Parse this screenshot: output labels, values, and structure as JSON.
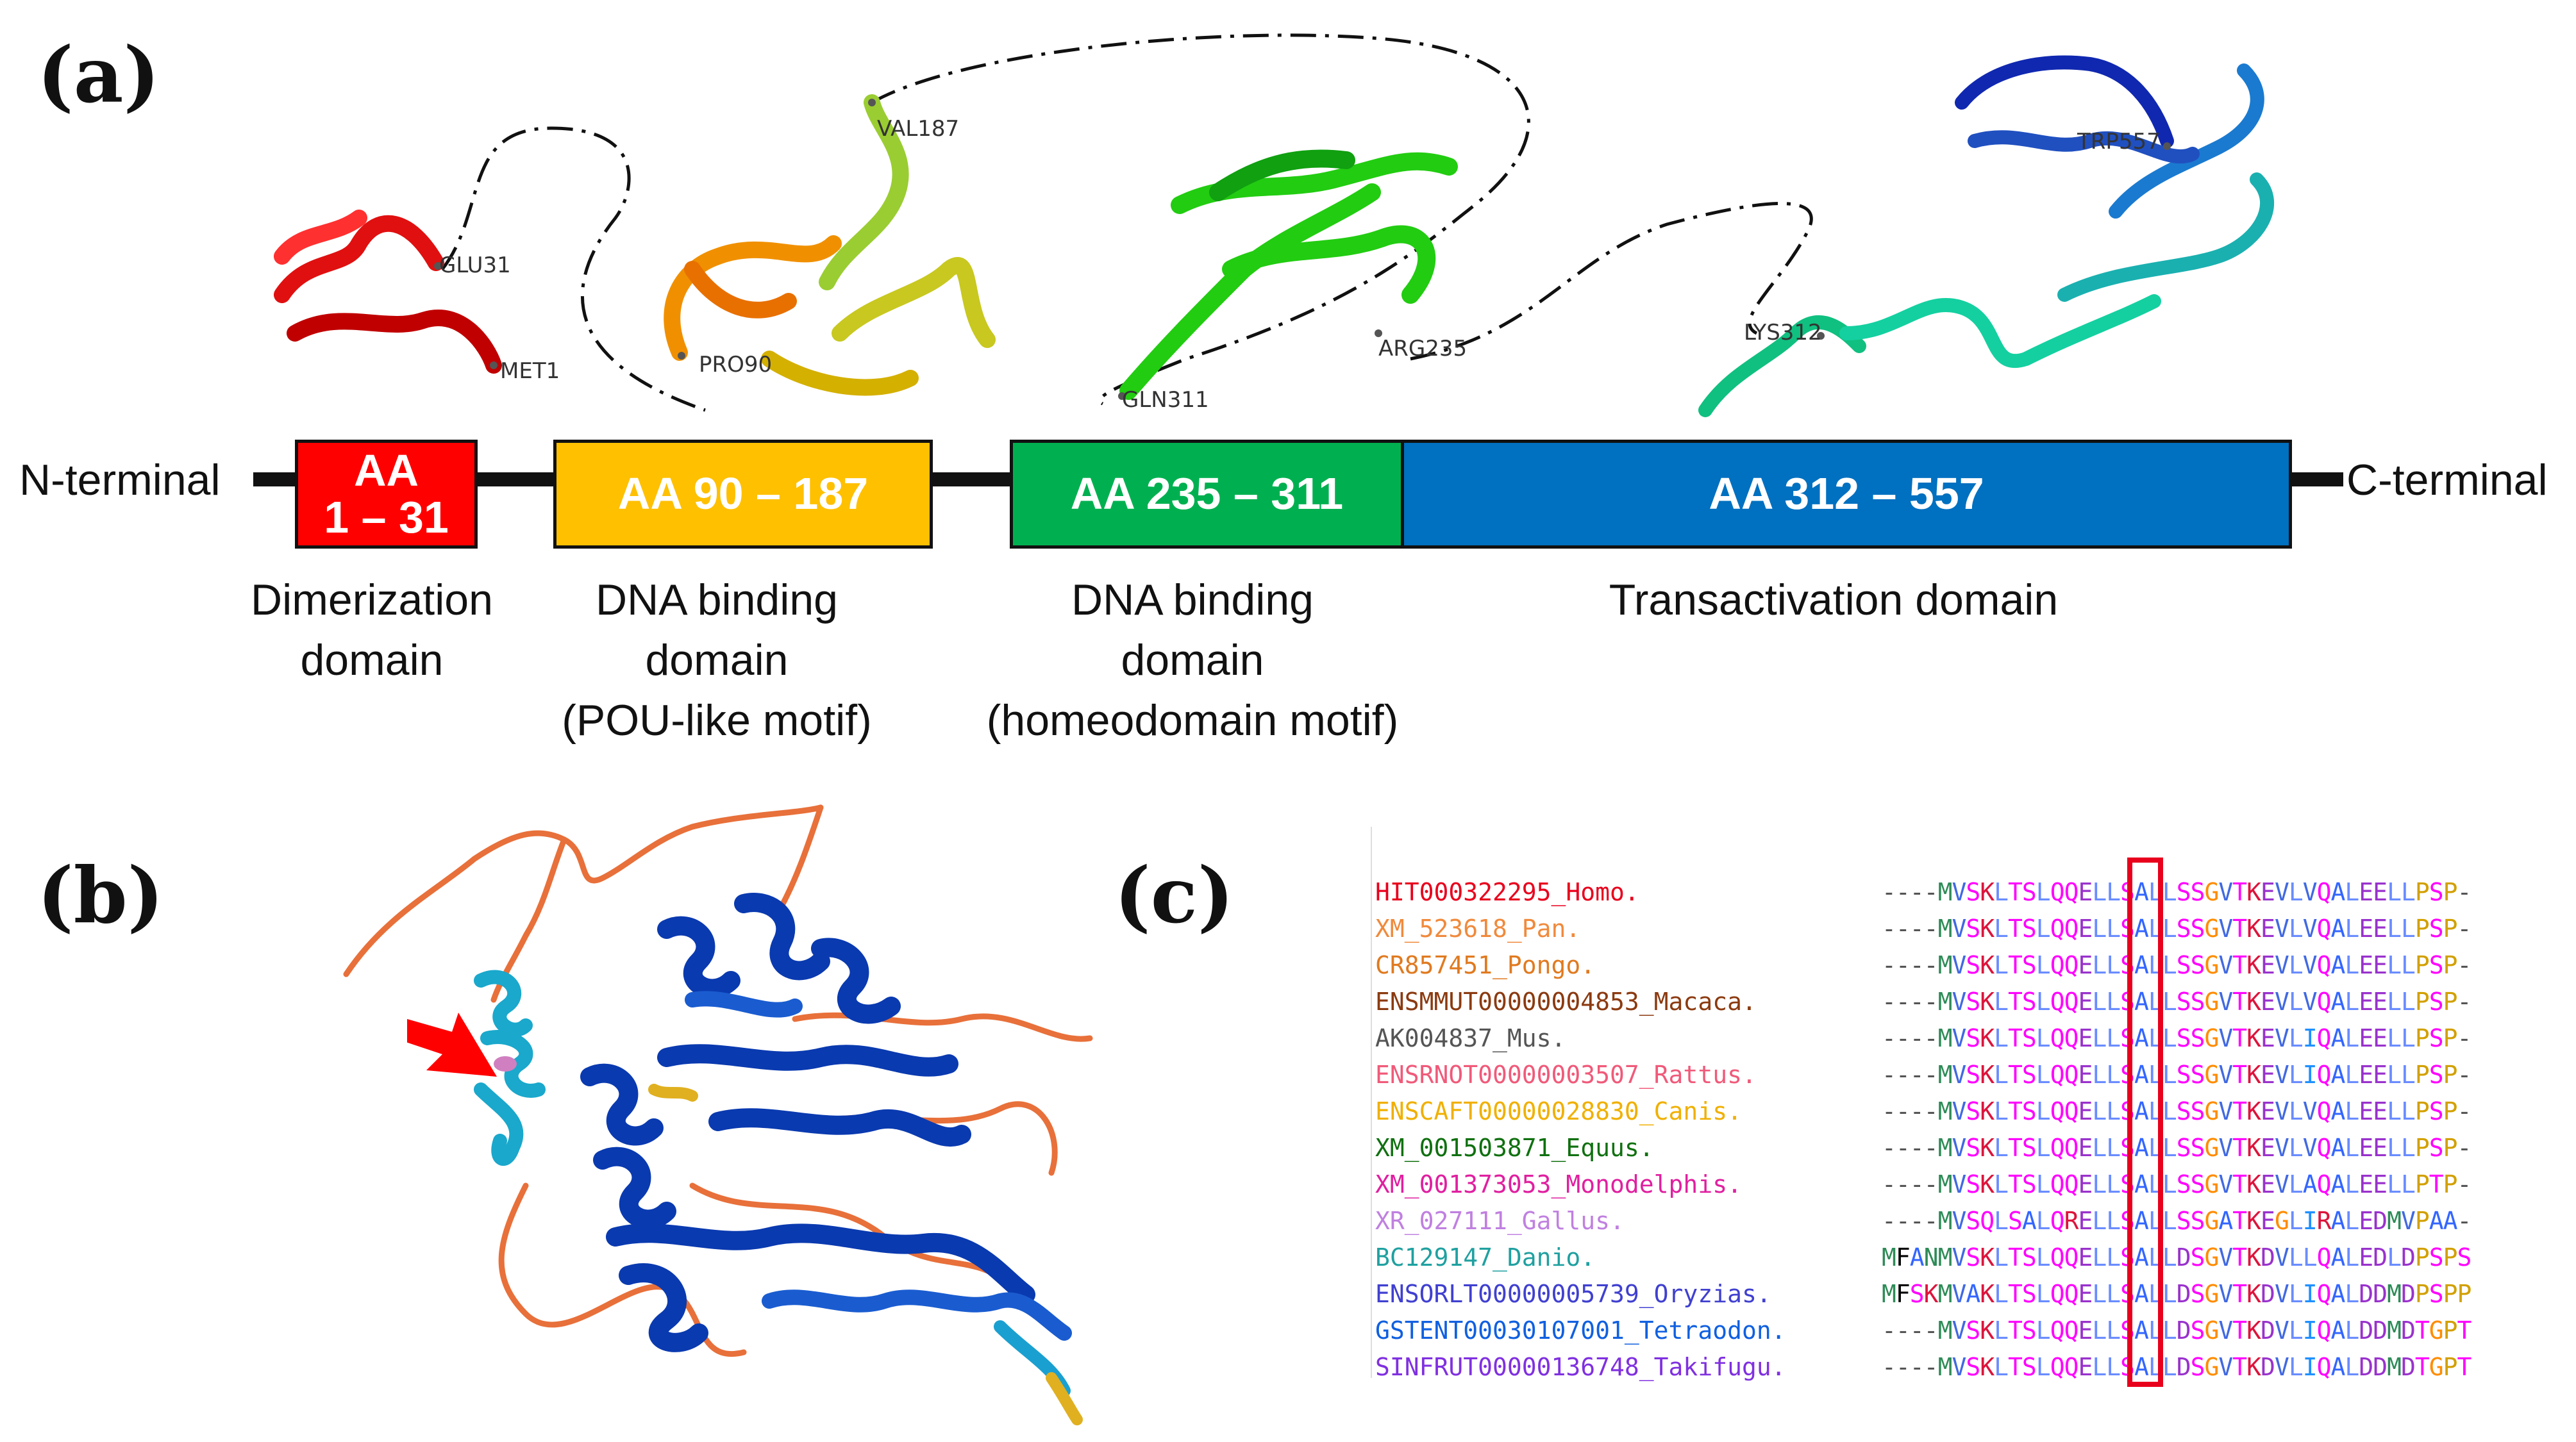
{
  "panels": {
    "a": "(a)",
    "b": "(b)",
    "c": "(c)"
  },
  "terminals": {
    "n": "N-terminal",
    "c": "C-terminal"
  },
  "domains": [
    {
      "label": "AA\n1 – 31",
      "color": "#ff0000",
      "desc": "Dimerization\ndomain"
    },
    {
      "label": "AA 90 – 187",
      "color": "#ffc000",
      "desc": "DNA binding\ndomain\n(POU-like motif)"
    },
    {
      "label": "AA 235 – 311",
      "color": "#00b050",
      "desc": "DNA binding\ndomain\n(homeodomain motif)"
    },
    {
      "label": "AA 312 – 557",
      "color": "#0070c0",
      "desc": "Transactivation domain"
    }
  ],
  "residues": [
    "GLU31",
    "MET1",
    "PRO90",
    "VAL187",
    "GLN311",
    "ARG235",
    "LYS312",
    "TRP557"
  ],
  "alignment": [
    {
      "name": "HIT000322295_Homo.",
      "color": "#e8001c",
      "seq": "----MVSKLTSLQQELLSALLSSGVTKEVLVQALEELLPSP-"
    },
    {
      "name": "XM_523618_Pan.",
      "color": "#f08a3c",
      "seq": "----MVSKLTSLQQELLSALLSSGVTKEVLVQALEELLPSP-"
    },
    {
      "name": "CR857451_Pongo.",
      "color": "#e07a20",
      "seq": "----MVSKLTSLQQELLSALLSSGVTKEVLVQALEELLPSP-"
    },
    {
      "name": "ENSMMUT00000004853_Macaca.",
      "color": "#8b3a10",
      "seq": "----MVSKLTSLQQELLSALLSSGVTKEVLVQALEELLPSP-"
    },
    {
      "name": "AK004837_Mus.",
      "color": "#555555",
      "seq": "----MVSKLTSLQQELLSALLSSGVTKEVLIQALEELLPSP-"
    },
    {
      "name": "ENSRNOT00000003507_Rattus.",
      "color": "#f05a7a",
      "seq": "----MVSKLTSLQQELLSALLSSGVTKEVLIQALEELLPSP-"
    },
    {
      "name": "ENSCAFT00000028830_Canis.",
      "color": "#f0b000",
      "seq": "----MVSKLTSLQQELLSALLSSGVTKEVLVQALEELLPSP-"
    },
    {
      "name": "XM_001503871_Equus.",
      "color": "#107010",
      "seq": "----MVSKLTSLQQELLSALLSSGVTKEVLVQALEELLPSP-"
    },
    {
      "name": "XM_001373053_Monodelphis.",
      "color": "#e020a0",
      "seq": "----MVSKLTSLQQELLSALLSSGVTKEVLAQALEELLPTP-"
    },
    {
      "name": "XR_027111_Gallus.",
      "color": "#c080e0",
      "seq": "----MVSQLSALQRELLSALLSSGATKEGLIRALEDMVPAA-"
    },
    {
      "name": "BC129147_Danio.",
      "color": "#20a0a0",
      "seq": "MFANMVSKLTSLQQELLSALLDSGVTKDVLLQALEDLDPSPS"
    },
    {
      "name": "ENSORLT00000005739_Oryzias.",
      "color": "#4040d0",
      "seq": "MFSKMVAKLTSLQQELLSALLDSGVTKDVLIQALDDMDPSPP"
    },
    {
      "name": "GSTENT00030107001_Tetraodon.",
      "color": "#1060e0",
      "seq": "----MVSKLTSLQQELLSALLDSGVTKDVLIQALDDMDTGPT"
    },
    {
      "name": "SINFRUT00000136748_Takifugu.",
      "color": "#8030e0",
      "seq": "----MVSKLTSLQQELLSALLDSGVTKDVLIQALDDMDTGPT"
    }
  ],
  "residue_colors": {
    "M": "#2e8b57",
    "V": "#4169e1",
    "S": "#ff00ff",
    "K": "#dc143c",
    "L": "#6a8cff",
    "T": "#ff00ff",
    "Q": "#ff00ff",
    "E": "#9932cc",
    "A": "#3366ff",
    "G": "#ff8c00",
    "P": "#d2a000",
    "I": "#1e90ff",
    "D": "#9932cc",
    "R": "#dc143c",
    "F": "#000000",
    "N": "#2e8b57",
    "-": "#555555"
  },
  "highlight_color": "#e8001c",
  "arrow_color": "#ff0000"
}
